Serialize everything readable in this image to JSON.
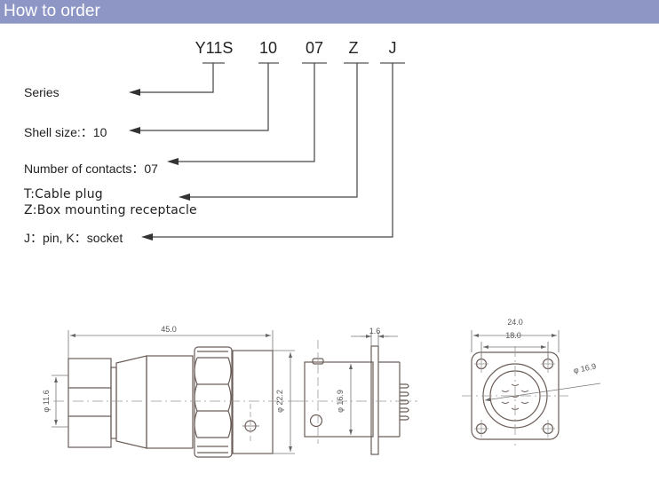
{
  "header": {
    "title": "How to order"
  },
  "code": {
    "parts": [
      "Y11S",
      "10",
      "07",
      "Z",
      "J"
    ]
  },
  "legend": {
    "series": "Series",
    "shell_size": "Shell size:：10",
    "contacts": "Number of contacts：07",
    "type_t": "T:Cable plug",
    "type_z": "Z:Box mounting receptacle",
    "contact_type": "J：pin, K：socket"
  },
  "dimensions": {
    "plug_length": "45.0",
    "plug_cable_dia": "φ 11.6",
    "plug_outer_dia": "φ 22.2",
    "flange_thickness": "1.6",
    "receptacle_dia": "φ 16.9",
    "flange_width": "24.0",
    "hole_spacing": "18.0",
    "face_dia": "φ 16.9"
  },
  "colors": {
    "header_bg": "#8e96c6",
    "line": "#444444",
    "drawing": "#6b5d58"
  }
}
